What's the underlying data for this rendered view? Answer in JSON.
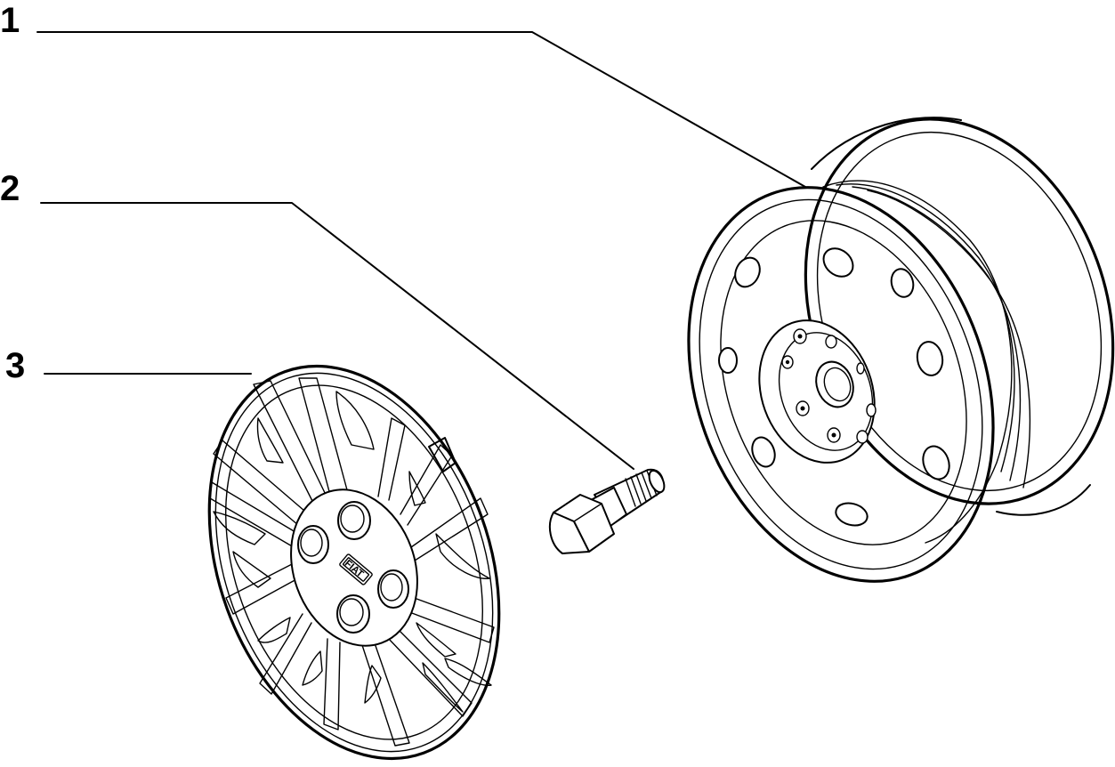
{
  "callouts": [
    {
      "number": "1"
    },
    {
      "number": "2"
    },
    {
      "number": "3"
    }
  ],
  "parts": {
    "wheel_rim": {
      "icon": "wheel-rim-icon"
    },
    "wheel_bolt": {
      "icon": "wheel-bolt-icon"
    },
    "hubcap": {
      "icon": "hubcap-icon",
      "logo_text": "FIAT"
    }
  }
}
